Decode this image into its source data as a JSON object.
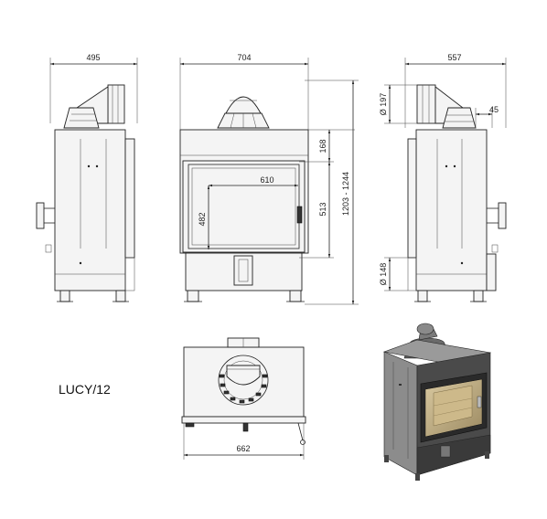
{
  "model_label": "LUCY/12",
  "dimensions": {
    "side_left_depth": "495",
    "front_width": "704",
    "side_right_depth": "557",
    "flue_diameter": "Ø 197",
    "flue_offset": "45",
    "top_height": "168",
    "door_width": "610",
    "door_height": "482",
    "glass_height": "513",
    "total_height": "1203 - 1244",
    "inlet_diameter": "Ø 148",
    "base_width": "662"
  },
  "colors": {
    "line": "#222222",
    "body_fill": "#f4f4f4",
    "render_dark": "#4a4a4a"
  }
}
